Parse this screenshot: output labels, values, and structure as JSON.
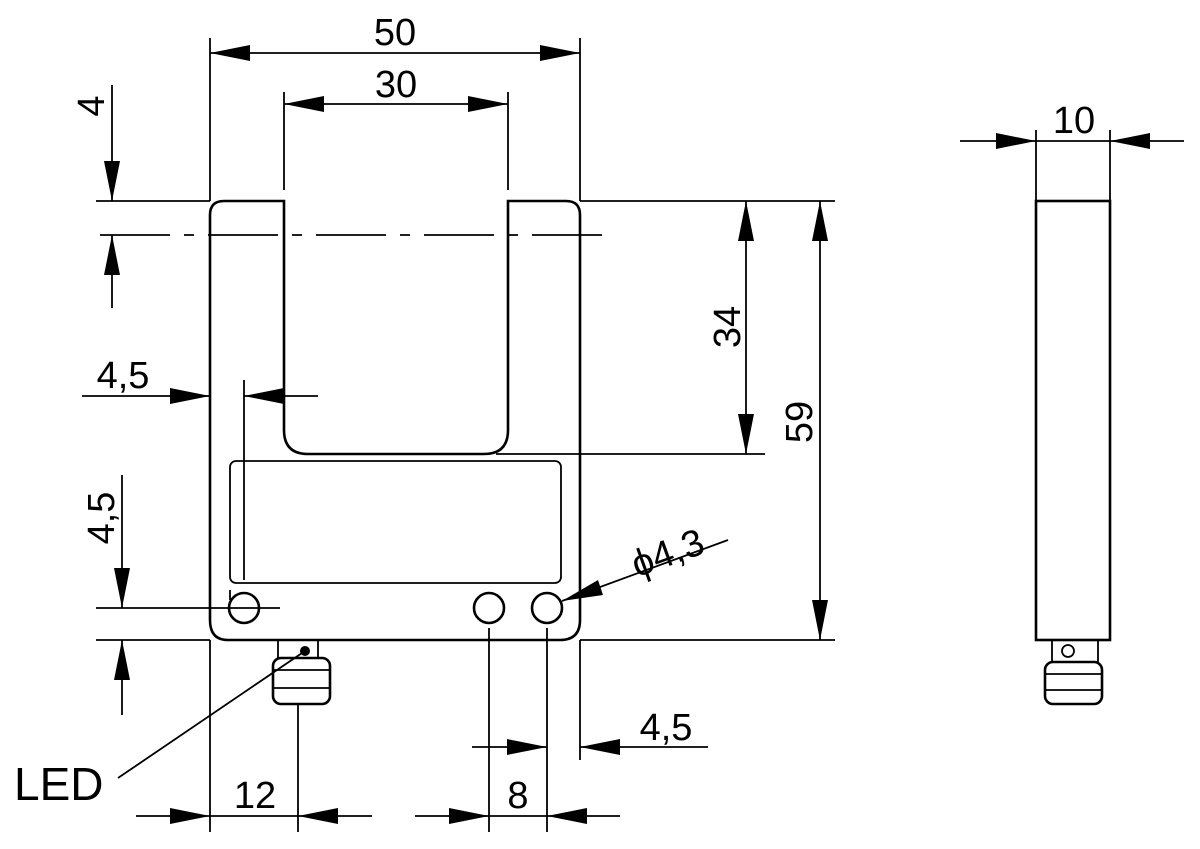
{
  "dimensions": {
    "total_width": "50",
    "slot_width": "30",
    "slot_center_offset": "4",
    "slot_depth": "34",
    "total_height": "59",
    "wall_offset": "4,5",
    "hole_offset_vertical": "4,5",
    "hole_offset_right": "4,5",
    "hole_diameter": "4,3",
    "connector_offset": "12",
    "hole_spacing": "8",
    "thickness": "10"
  },
  "labels": {
    "led": "LED",
    "diameter_symbol": "ϕ"
  }
}
